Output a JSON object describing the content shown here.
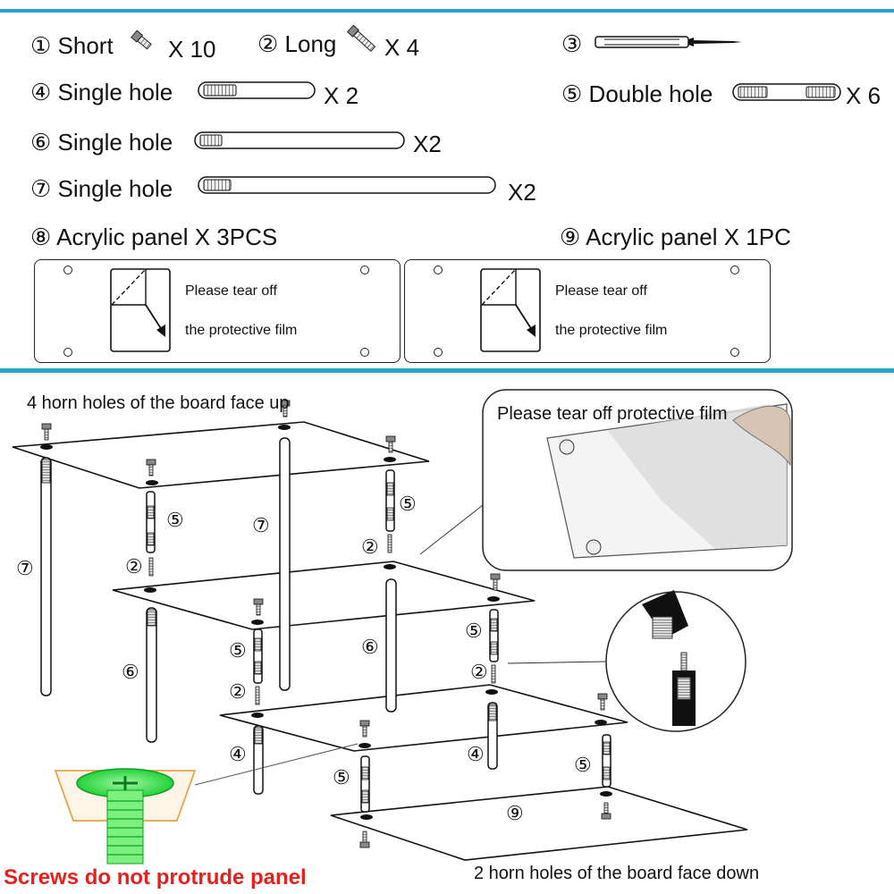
{
  "parts": {
    "p1": {
      "num": "①",
      "label": "Short",
      "qty": "X 10"
    },
    "p2": {
      "num": "②",
      "label": "Long",
      "qty": "X  4"
    },
    "p3": {
      "num": "③"
    },
    "p4": {
      "num": "④",
      "label": "Single hole",
      "qty": "X 2"
    },
    "p5": {
      "num": "⑤",
      "label": "Double hole",
      "qty": "X 6"
    },
    "p6": {
      "num": "⑥",
      "label": "Single hole",
      "qty": "X2"
    },
    "p7": {
      "num": "⑦",
      "label": "Single hole",
      "qty": "X2"
    },
    "p8": {
      "num": "⑧",
      "label": "Acrylic panel X 3PCS"
    },
    "p9": {
      "num": "⑨",
      "label": "Acrylic panel X 1PC"
    }
  },
  "panel_note": {
    "line1": "Please tear off",
    "line2": "the protective film"
  },
  "diagram": {
    "top_caption": "4 horn holes of the board face up",
    "film_caption": "Please tear off protective film",
    "bottom_caption": "2 horn holes of the board face down",
    "warning": "Screws do not protrude panel",
    "tags": {
      "n2": "②",
      "n4": "④",
      "n5": "⑤",
      "n6": "⑥",
      "n7": "⑦",
      "n9": "⑨"
    }
  },
  "colors": {
    "accent": "#2aa1cf",
    "warning": "#e4211d",
    "highlight": "#22d33a"
  }
}
